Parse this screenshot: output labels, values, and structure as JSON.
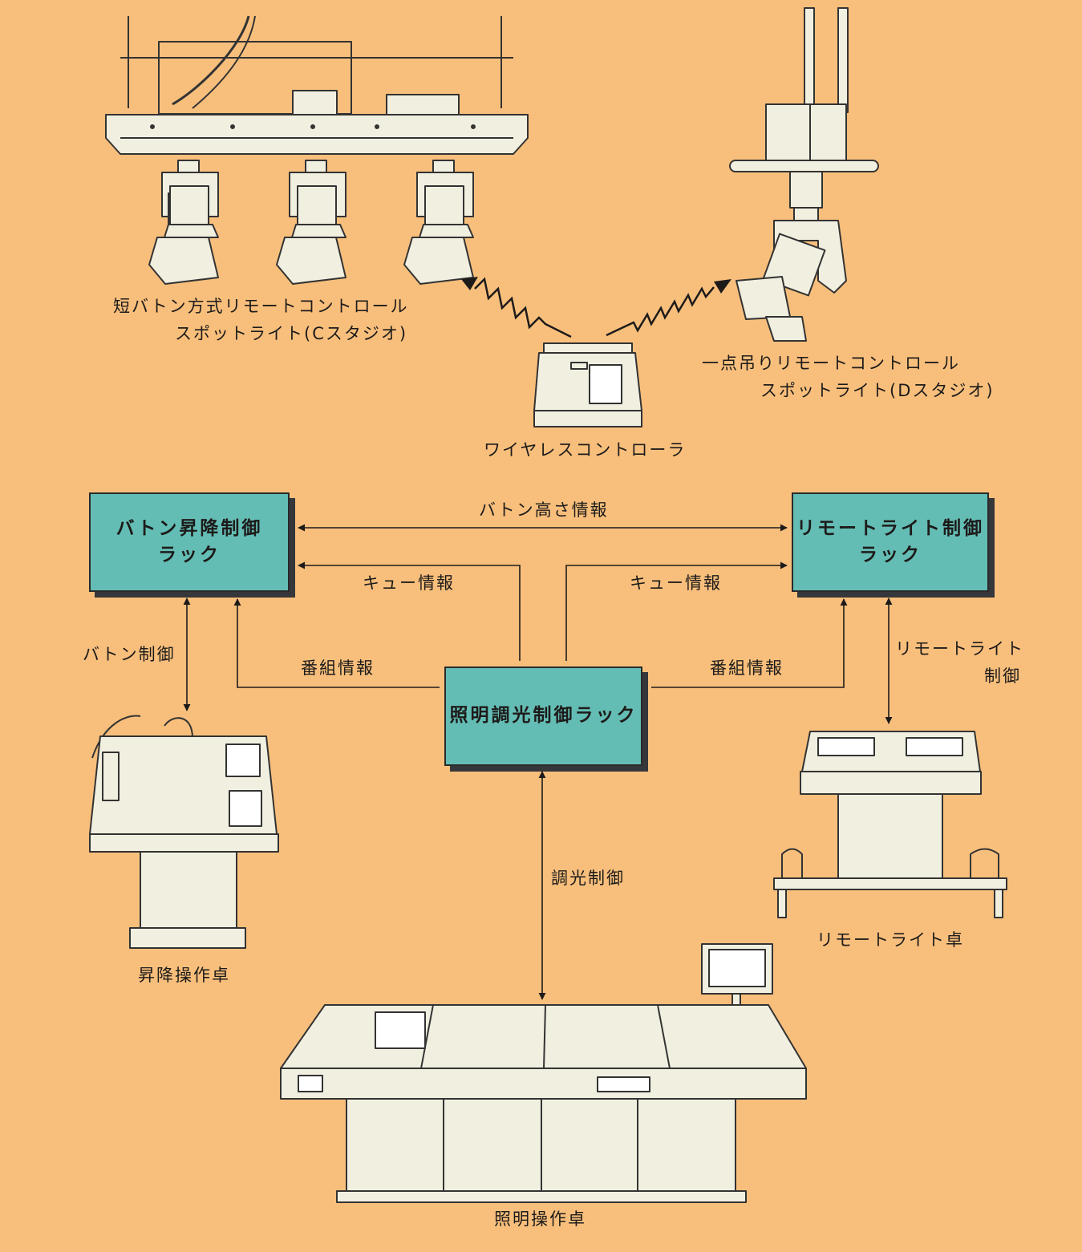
{
  "equipment": {
    "short_baton_spot_line1": "短バトン方式リモートコントロール",
    "short_baton_spot_line2": "スポットライト(Cスタジオ)",
    "single_point_spot_line1": "一点吊りリモートコントロール",
    "single_point_spot_line2": "スポットライト(Dスタジオ)",
    "wireless_controller": "ワイヤレスコントローラ",
    "lift_console": "昇降操作卓",
    "remote_light_console": "リモートライト卓",
    "lighting_console": "照明操作卓"
  },
  "racks": {
    "baton_rack_line1": "バトン昇降制御",
    "baton_rack_line2": "ラック",
    "remote_rack_line1": "リモートライト制御",
    "remote_rack_line2": "ラック",
    "dimmer_rack": "照明調光制御ラック"
  },
  "links": {
    "baton_height_info": "バトン高さ情報",
    "cue_info_left": "キュー情報",
    "cue_info_right": "キュー情報",
    "program_info_left": "番組情報",
    "program_info_right": "番組情報",
    "baton_control": "バトン制御",
    "remote_light_control_line1": "リモートライト",
    "remote_light_control_line2": "制御",
    "dimmer_control": "調光制御"
  },
  "colors": {
    "background": "#f8bf7c",
    "rack_fill": "#64bdb4",
    "equipment_fill": "#f1efe0",
    "line": "#1d1b1a"
  }
}
